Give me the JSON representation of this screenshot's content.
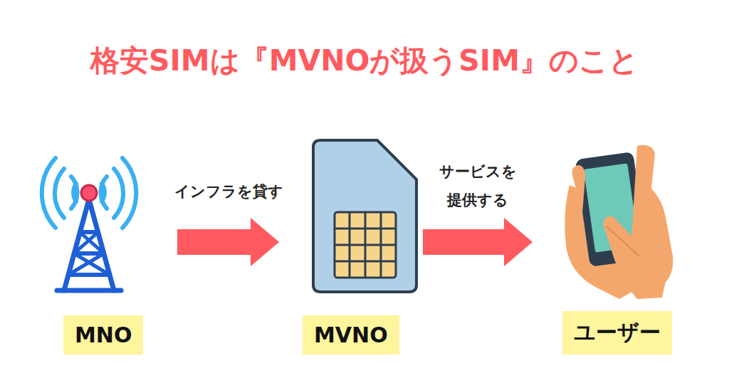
{
  "diagram": {
    "title": "格安SIMは『MVNOが扱うSIM』のこと",
    "nodes": [
      {
        "text": [
          "MNO"
        ]
      },
      {
        "text": [
          "MVNO"
        ]
      },
      {
        "text": [
          "ユーザー"
        ]
      }
    ],
    "edges": [
      {
        "from": 0,
        "to": 1,
        "arrow": "to",
        "label": "インフラを貸す"
      },
      {
        "from": 1,
        "to": 2,
        "arrow": "to",
        "label": "サービスを提供する"
      }
    ]
  }
}
